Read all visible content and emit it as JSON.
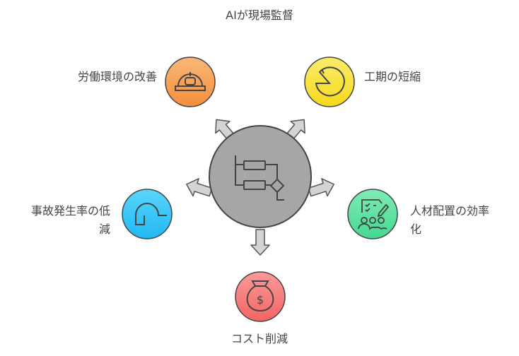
{
  "title": "AIが現場監督",
  "nodes": {
    "labor": {
      "label": "労働環境の改善",
      "icon": "hard-hat-icon",
      "color": "#f7a04f"
    },
    "schedule": {
      "label": "工期の短縮",
      "icon": "clock-pie-icon",
      "color": "#f8e23b"
    },
    "accident": {
      "label_line1": "事故発生率の低",
      "label_line2": "減",
      "icon": "helmet-icon",
      "color": "#3cc6f8"
    },
    "staffing": {
      "label_line1": "人材配置の効率",
      "label_line2": "化",
      "icon": "team-checklist-icon",
      "color": "#5ee3a1"
    },
    "cost": {
      "label": "コスト削減",
      "icon": "money-bag-icon",
      "color": "#f77c7c"
    }
  },
  "center": {
    "icon": "flowchart-icon",
    "color": "#a6a6a6"
  }
}
